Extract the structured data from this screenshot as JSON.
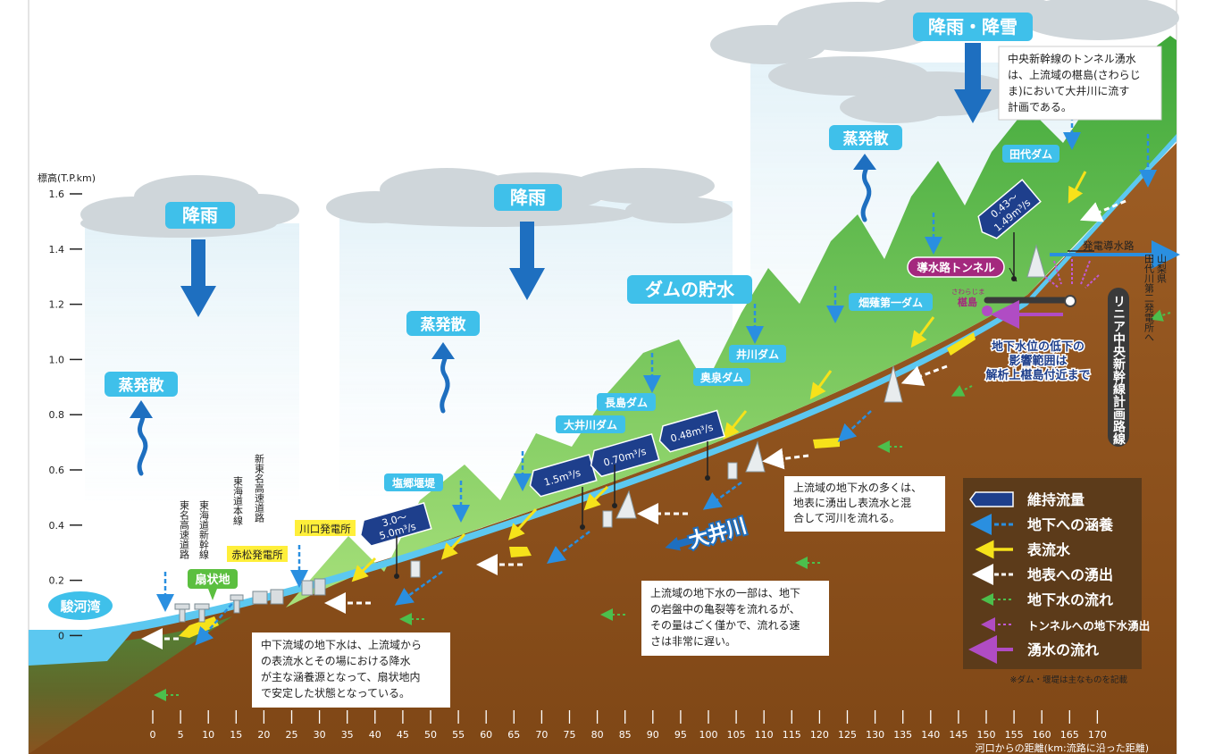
{
  "axis": {
    "y_title": "標高(T.P.km)",
    "y_ticks": [
      "1.6",
      "1.4",
      "1.2",
      "1.0",
      "0.8",
      "0.6",
      "0.4",
      "0.2",
      "0"
    ],
    "x_ticks": [
      "0",
      "5",
      "10",
      "15",
      "20",
      "25",
      "30",
      "35",
      "40",
      "45",
      "50",
      "55",
      "60",
      "65",
      "70",
      "75",
      "80",
      "85",
      "90",
      "95",
      "100",
      "105",
      "110",
      "115",
      "120",
      "125",
      "130",
      "135",
      "140",
      "145",
      "150",
      "155",
      "160",
      "165",
      "170"
    ],
    "x_title": "河口からの距離(km:流路に沿った距離)"
  },
  "bubbles": {
    "rain1": "降雨",
    "rain2": "降雨",
    "rain_snow": "降雨・降雪",
    "evap1": "蒸発散",
    "evap2": "蒸発散",
    "evap3": "蒸発散",
    "dam_storage": "ダムの貯水",
    "bay": "駿河湾",
    "fan": "扇状地",
    "river": "大井川"
  },
  "labels": {
    "kawaguchi": "川口発電所",
    "akamatsu": "赤松発電所",
    "shiogo": "塩郷堰堤",
    "oigawa_dam": "大井川ダム",
    "nagashima": "長島ダム",
    "okuizumi": "奥泉ダム",
    "ikawa": "井川ダム",
    "hatanagi": "畑薙第一ダム",
    "tashiro": "田代ダム",
    "tunnel": "導水路トンネル",
    "power_channel": "発電導水路",
    "sawarajima_ruby": "さわらじま",
    "sawarajima": "椹島",
    "linear": "リニア中央新幹線計画路線",
    "yamanashi1": "山梨県",
    "yamanashi2": "田代川第二発電所へ",
    "impact1": "地下水位の低下の",
    "impact2": "影響範囲は",
    "impact3": "解析上椹島付近まで"
  },
  "roads": {
    "tomei": "東名高速道路",
    "shinkansen": "東海道新幹線",
    "honsen": "東海道本線",
    "shintomei": "新東名高速道路"
  },
  "flows": {
    "f1": "3.0〜",
    "f1b": "5.0m³/s",
    "f2": "1.5m³/s",
    "f3": "0.70m³/s",
    "f4": "0.48m³/s",
    "f5": "0.43〜",
    "f5b": "1.49m³/s"
  },
  "notes": {
    "top_right": [
      "中央新幹線のトンネル湧水",
      "は、上流域の椹島(さわらじ",
      "ま)において大井川に流す",
      "計画である。"
    ],
    "upstream": [
      "上流域の地下水の多くは、",
      "地表に湧出し表流水と混",
      "合して河川を流れる。"
    ],
    "bedrock": [
      "上流域の地下水の一部は、地下",
      "の岩盤中の亀裂等を流れるが、",
      "その量はごく僅かで、流れる速",
      "さは非常に遅い。"
    ],
    "midstream": [
      "中下流域の地下水は、上流域から",
      "の表流水とその場における降水",
      "が主な涵養源となって、扇状地内",
      "で安定した状態となっている。"
    ],
    "footnote": "※ダム・堰堤は主なものを記載"
  },
  "legend": [
    {
      "label": "維持流量",
      "icon": "maintenance-flow-icon"
    },
    {
      "label": "地下への涵養",
      "icon": "recharge-arrow-icon"
    },
    {
      "label": "表流水",
      "icon": "surface-water-arrow-icon"
    },
    {
      "label": "地表への湧出",
      "icon": "spring-arrow-icon"
    },
    {
      "label": "地下水の流れ",
      "icon": "groundwater-arrow-icon"
    },
    {
      "label": "トンネルへの地下水湧出",
      "icon": "tunnel-seepage-arrow-icon"
    },
    {
      "label": "湧水の流れ",
      "icon": "spring-flow-arrow-icon"
    }
  ],
  "colors": {
    "ground": "#9a5a22",
    "mountain": "#5bbf3f",
    "river": "#5cc8f0",
    "bubble": "#3fc0ea",
    "arrow_blue": "#1e6fc0",
    "flow_box": "#1e3f8c",
    "legend_bg": "#5c3b1a",
    "yellow_label": "#ffef3a",
    "green_label": "#5bbf3f",
    "tunnel_pink": "#a4297e"
  }
}
